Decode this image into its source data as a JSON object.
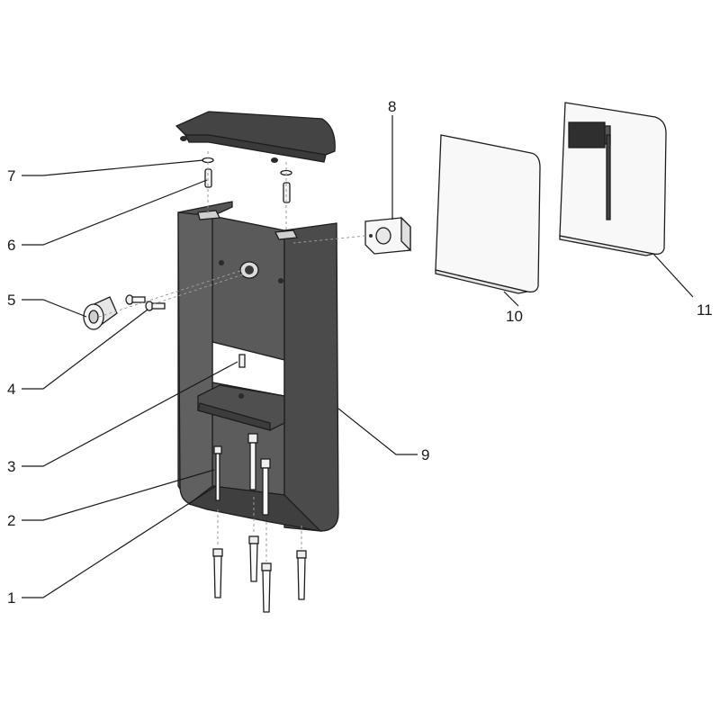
{
  "callouts": [
    {
      "id": "1",
      "label": "1"
    },
    {
      "id": "2",
      "label": "2"
    },
    {
      "id": "3",
      "label": "3"
    },
    {
      "id": "4",
      "label": "4"
    },
    {
      "id": "5",
      "label": "5"
    },
    {
      "id": "6",
      "label": "6"
    },
    {
      "id": "7",
      "label": "7"
    },
    {
      "id": "8",
      "label": "8"
    },
    {
      "id": "9",
      "label": "9"
    },
    {
      "id": "10",
      "label": "10"
    },
    {
      "id": "11",
      "label": "11"
    }
  ],
  "colors": {
    "housing_dark": "#4a4a4a",
    "housing_mid": "#5e5e5e",
    "housing_inner": "#6b6b6b",
    "metal_light": "#f2f2f2",
    "line": "#1e1e1e"
  }
}
